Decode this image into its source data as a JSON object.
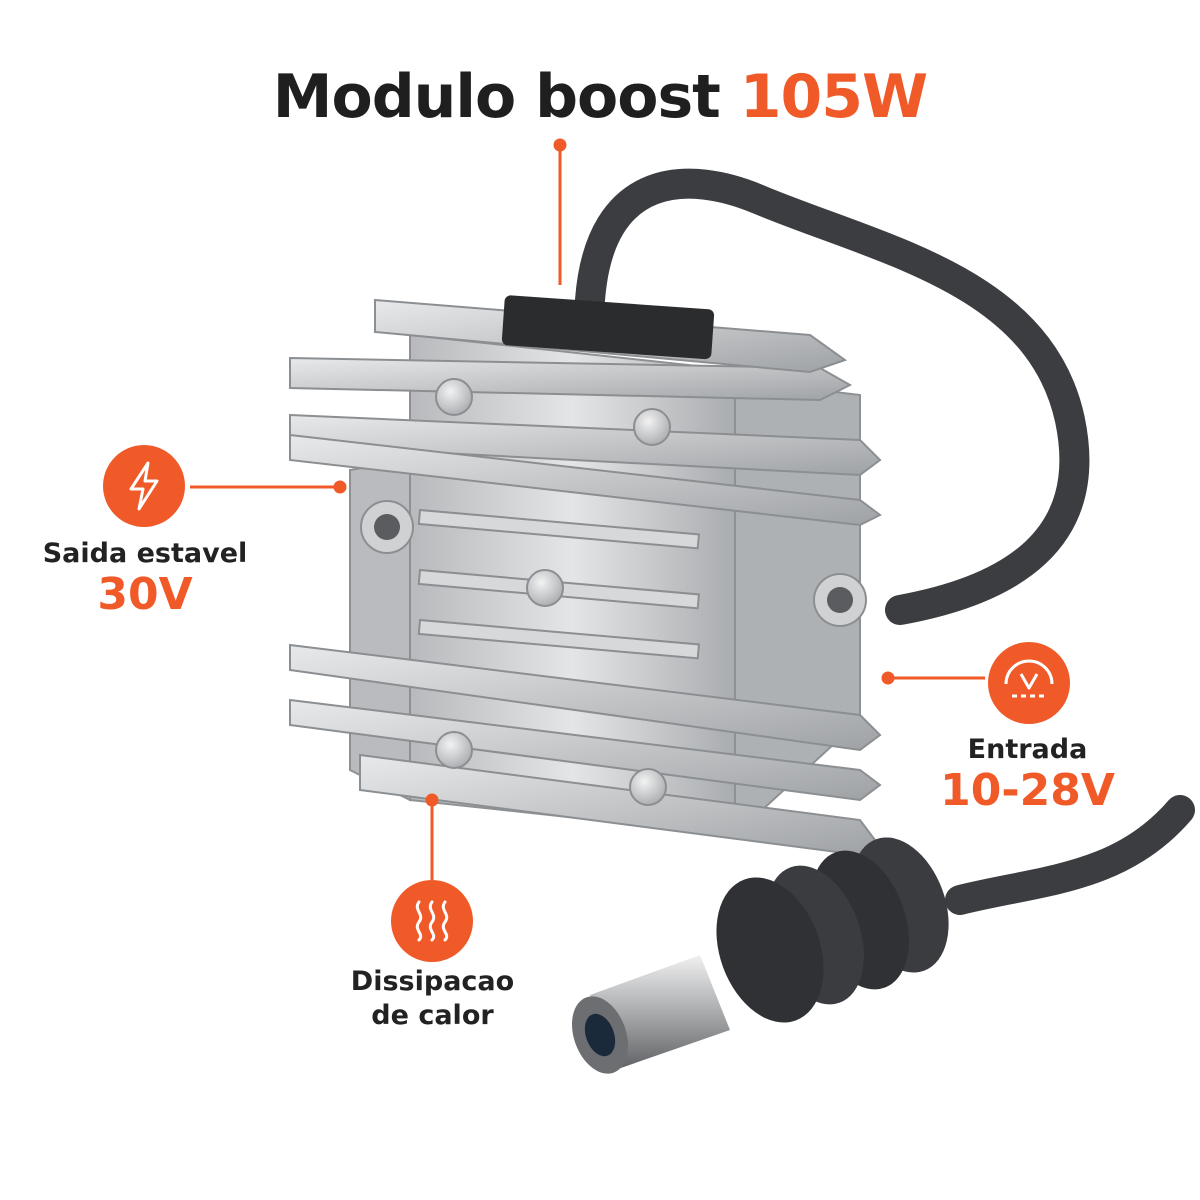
{
  "title": {
    "main": "Modulo boost",
    "accent": "105W"
  },
  "features": {
    "output": {
      "label": "Saida estavel",
      "value": "30V",
      "icon": "lightning-bolt-icon"
    },
    "input": {
      "label": "Entrada",
      "value": "10-28V",
      "icon": "voltage-meter-icon"
    },
    "heat": {
      "line1": "Dissipacao",
      "line2": "de calor",
      "icon": "heat-waves-icon"
    }
  },
  "colors": {
    "accent": "#f05a28",
    "text": "#1f1f1f",
    "aluminum": "#c9cbcd",
    "cable": "#3b3d40"
  }
}
